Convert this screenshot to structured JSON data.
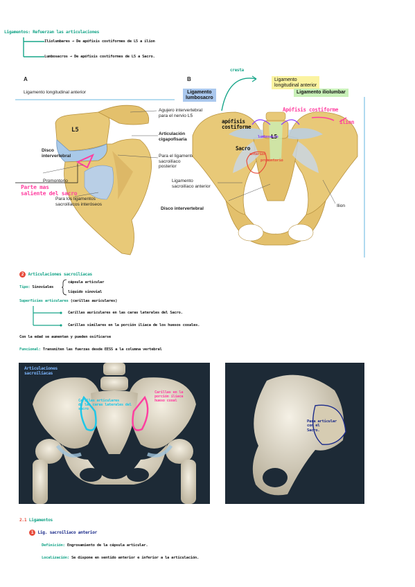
{
  "header": {
    "title": "Ligamentos: Refuerzan las articulaciones",
    "item1": "Iliolumbares → De apófisis costiformes de L5 a ilion",
    "item2": "Lumbosacros → De apófisis costiformes de L5 a Sacro."
  },
  "figA": {
    "letter": "A",
    "ll_anterior": "Ligamento longitudinal anterior",
    "agujero": "Agujero intervertebral\npara el nervio L5",
    "cigapofisaria": "Articulación\ncigapofisaria",
    "l5": "L5",
    "disco": "Disco\nintervertebral",
    "para_lig_post": "Para el ligamento\nsacroilíaco\nposterior",
    "promontorio": "Promontorio",
    "para_lig_int": "Para los ligamentos\nsacroilíacos interóseos",
    "note": "Parte mas\nsaliente del sacro"
  },
  "figB": {
    "letter": "B",
    "cresta": "cresta",
    "lig_lumbosacro": "Ligamento\nlumbosacro",
    "ll_anterior": "Ligamento\nlongitudinal anterior",
    "lig_iliolumbar": "Ligamento iliolumbar",
    "apofisis_izq": "apófisis\ncostiforme",
    "apofisis_der": "Apófisis costiforme",
    "ilion_hw": "ilion",
    "l5": "L5",
    "sacro": "Sacro",
    "lumbosacro_hw": "lumbosacro",
    "anterior_hw": "anterior",
    "promontorio_hw": "promontorio",
    "sacro_ilia_ant": "Ligamento\nsacroilíaco anterior",
    "disco": "Disco intervertebral",
    "ilion": "Ilion"
  },
  "section2": {
    "num": "2",
    "title": "Articulaciones sacroilíacas",
    "tipo_label": "Tipo:",
    "tipo_val": "Sinoviales",
    "tipo_1": "cápsula articular",
    "tipo_2": "líquido sinovial",
    "superficie_label": "Superficies articulares",
    "superficie_paren": "(carillas auriculares)",
    "sup1": "Carillas auriculares en las caras laterales del Sacro.",
    "sup2": "Carillas similares en la porción ilíaca de los huesos coxales.",
    "cond": "Con la edad se aumentan y pueden osificarse",
    "funcion_label": "Funcional:",
    "funcion_val": "Transmiten las fuerzas desde EESS a la columna vertebral"
  },
  "photo1": {
    "legend": "Articulaciones\nsacroilíacas",
    "left_note": "Carillas articulares\nde las caras laterales del\nsacro",
    "right_note": "Carillas en la\nporción ilíaca\nhueso coxal"
  },
  "photo2": {
    "note": "Para articular\ncon el\nSacro."
  },
  "section21": {
    "num": "2.1",
    "title": "Ligamentos",
    "sub_num": "1",
    "sub_title": "Lig. sacroilíaco anterior",
    "def_label": "Definición:",
    "def_val": "Engrosamiento de la cápsula articular.",
    "loc_label": "Localización:",
    "loc_val": "Se dispone en sentido anterior e inferior a la articulación."
  },
  "colors": {
    "teal": "#17a589",
    "red": "#e74c3c",
    "pink": "#ff3fa0",
    "cyan": "#1fc7e8",
    "navy": "#1a2a8a",
    "bone": "#e8c978",
    "bubble_blue": "#aac8ee",
    "bubble_yellow": "#fbf3a0",
    "bubble_green": "#c8f0b8",
    "photo_bg": "#1d2a36"
  }
}
